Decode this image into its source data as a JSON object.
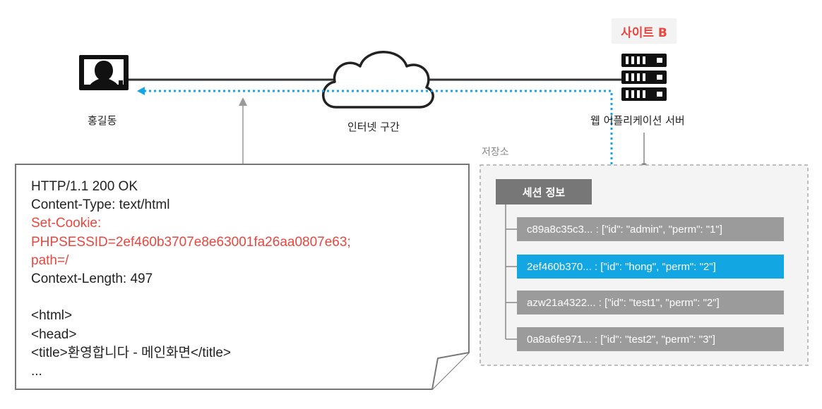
{
  "site_badge": "사이트 B",
  "user_label": "홍길동",
  "internet_label": "인터넷 구간",
  "server_label": "웹 어플리케이션 서버",
  "storage_label": "저장소",
  "session_header": "세션 정보",
  "response": {
    "lines": [
      {
        "text": "HTTP/1.1 200 OK",
        "highlight": false
      },
      {
        "text": "Content-Type: text/html",
        "highlight": false
      },
      {
        "text": "Set-Cookie:",
        "highlight": true
      },
      {
        "text": "PHPSESSID=2ef460b3707e8e63001fa26aa0807e63;",
        "highlight": true
      },
      {
        "text": "path=/",
        "highlight": true
      },
      {
        "text": "Context-Length: 497",
        "highlight": false
      },
      {
        "text": "",
        "highlight": false
      },
      {
        "text": "<html>",
        "highlight": false
      },
      {
        "text": "<head>",
        "highlight": false
      },
      {
        "text": "<title>환영합니다 - 메인화면</title>",
        "highlight": false
      },
      {
        "text": "...",
        "highlight": false
      }
    ]
  },
  "sessions": [
    {
      "text": "c89a8c35c3... : [\"id\": \"admin\", \"perm\": \"1\"]",
      "active": false
    },
    {
      "text": "2ef460b370... : [\"id\": \"hong\", \"perm\": \"2\"]",
      "active": true
    },
    {
      "text": "azw21a4322... : [\"id\": \"test1\", \"perm\": \"2\"]",
      "active": false
    },
    {
      "text": "0a8a6fe971... : [\"id\": \"test2\", \"perm\": \"3\"]",
      "active": false
    }
  ],
  "colors": {
    "highlight_text": "#e8473f",
    "active_session": "#12a7e3",
    "session_row": "#9b9b9b",
    "session_header": "#777777",
    "arrow": "#12a7e3"
  },
  "icons": [
    "user-computer-icon",
    "cloud-icon",
    "server-icon"
  ]
}
